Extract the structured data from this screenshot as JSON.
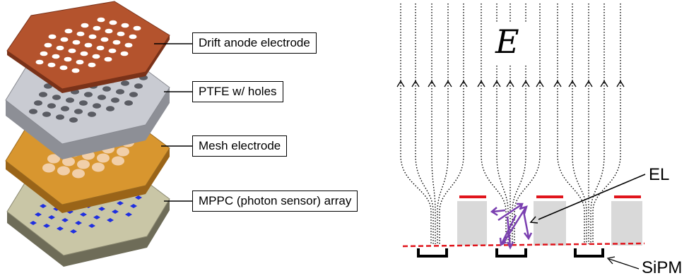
{
  "left_panel": {
    "layers": [
      {
        "label": "Drift anode electrode",
        "color": "#b4532d"
      },
      {
        "label": "PTFE w/ holes",
        "color": "#c9cbd2"
      },
      {
        "label": "Mesh electrode",
        "color": "#d8962f"
      },
      {
        "label": "MPPC (photon sensor) array",
        "color": "#c9c6a6"
      }
    ]
  },
  "right_panel": {
    "field_symbol": "E",
    "el_label": "EL",
    "sipm_label": "SiPM",
    "field_line_color": "#000000",
    "electrode_color": "#e0151c",
    "ptfe_color": "#d9d9d9",
    "photon_color": "#7a3fb0"
  }
}
